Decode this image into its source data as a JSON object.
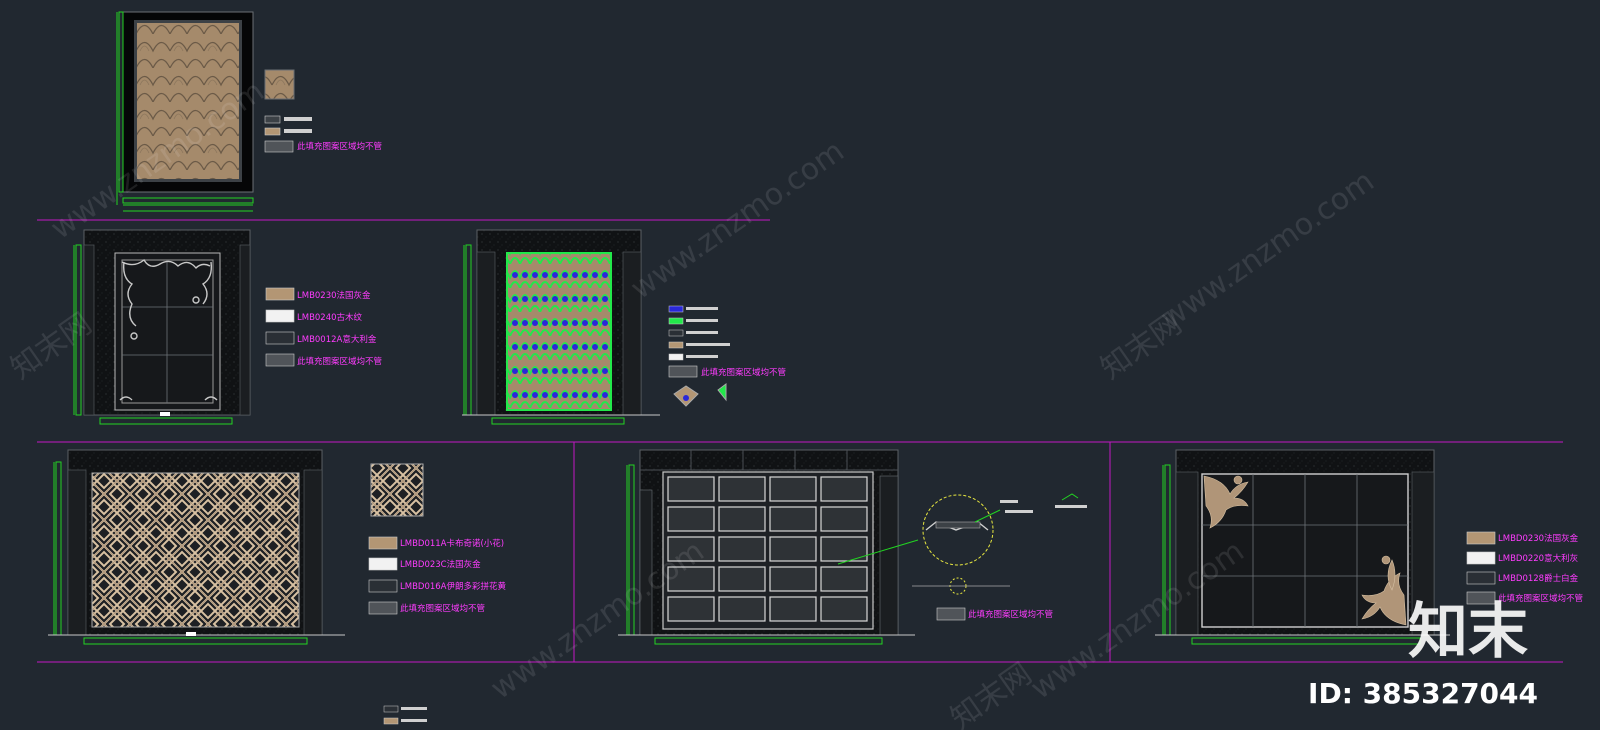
{
  "colors": {
    "background": "#212830",
    "divider": "#c318c3",
    "dimension": "#22d422",
    "legend_text": "#ff3cff",
    "frame": "#050607",
    "panel_tan": "#b39674",
    "pattern_green": "#22e84a",
    "pattern_blue": "#2a28d8",
    "tile_grey": "#3c4146"
  },
  "legends": {
    "panel2": [
      "LMB0230法国灰金",
      "LMB0240古木纹",
      "LMB0012A意大利金",
      "此填充图案区域均不管"
    ],
    "panel3": [
      "",
      "",
      "",
      "",
      "",
      "此填充图案区域均不管"
    ],
    "panel4": [
      "LMBD011A卡布奇诺(小花)",
      "LMBD023C法国灰金",
      "LMBD016A伊朗多彩拼花黄",
      "此填充图案区域均不管"
    ],
    "panel5": [
      "此填充图案区域均不管"
    ],
    "panel6": [
      "LMBD0230法国灰金",
      "LMBD0220意大利灰",
      "LMBD0128爵士白金",
      "此填充图案区域均不管"
    ],
    "panel1": [
      "",
      "",
      "此填充图案区域均不管"
    ]
  },
  "watermark": {
    "site": "www.znzmo.com",
    "cn": "知末网"
  },
  "brand": {
    "logo": "知末",
    "id_text": "ID: 385327044"
  }
}
